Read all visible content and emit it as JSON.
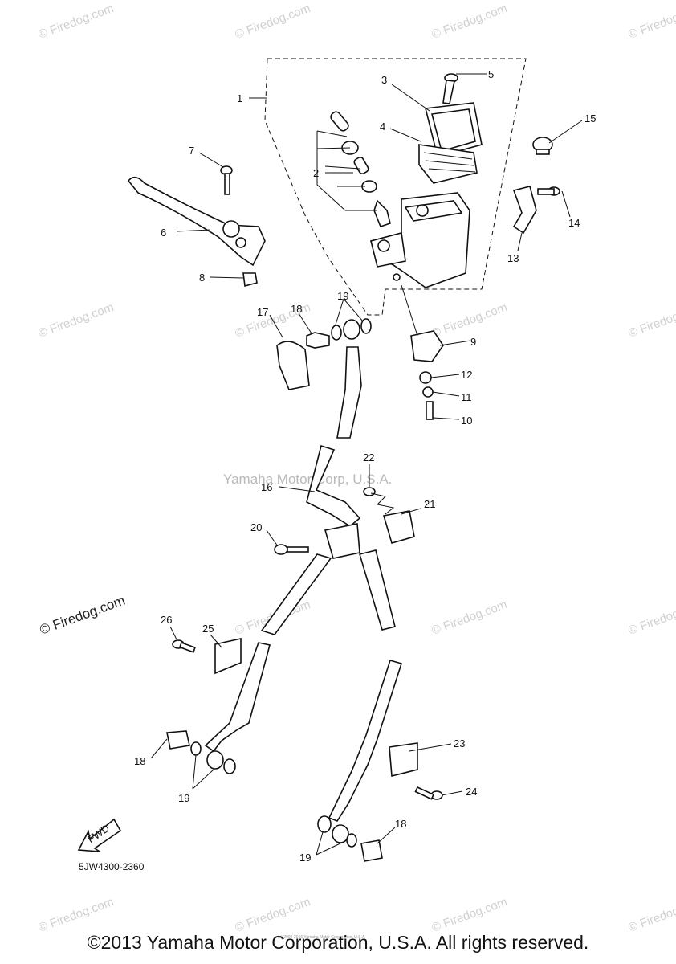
{
  "diagram": {
    "callouts": [
      {
        "id": "c1",
        "label": "1"
      },
      {
        "id": "c2",
        "label": "2"
      },
      {
        "id": "c3",
        "label": "3"
      },
      {
        "id": "c4",
        "label": "4"
      },
      {
        "id": "c5",
        "label": "5"
      },
      {
        "id": "c6",
        "label": "6"
      },
      {
        "id": "c7",
        "label": "7"
      },
      {
        "id": "c8",
        "label": "8"
      },
      {
        "id": "c9",
        "label": "9"
      },
      {
        "id": "c10",
        "label": "10"
      },
      {
        "id": "c11",
        "label": "11"
      },
      {
        "id": "c12",
        "label": "12"
      },
      {
        "id": "c13",
        "label": "13"
      },
      {
        "id": "c14",
        "label": "14"
      },
      {
        "id": "c15",
        "label": "15"
      },
      {
        "id": "c16",
        "label": "16"
      },
      {
        "id": "c17",
        "label": "17"
      },
      {
        "id": "c18a",
        "label": "18"
      },
      {
        "id": "c19a",
        "label": "19"
      },
      {
        "id": "c20",
        "label": "20"
      },
      {
        "id": "c21",
        "label": "21"
      },
      {
        "id": "c22",
        "label": "22"
      },
      {
        "id": "c23",
        "label": "23"
      },
      {
        "id": "c24",
        "label": "24"
      },
      {
        "id": "c25",
        "label": "25"
      },
      {
        "id": "c26",
        "label": "26"
      },
      {
        "id": "c18b",
        "label": "18"
      },
      {
        "id": "c19b",
        "label": "19"
      },
      {
        "id": "c18c",
        "label": "18"
      },
      {
        "id": "c19c",
        "label": "19"
      }
    ],
    "diagram_code": "5JW4300-2360",
    "fwd_label": "FWD",
    "center_watermark": "Yamaha Motor Corp, U.S.A.",
    "watermark_text": "© Firedog.com",
    "tiny_text": "(c) 2000-2016 Yamaha Motor Corporation, U.S.A."
  },
  "footer": {
    "copyright": "©2013 Yamaha Motor Corporation, U.S.A. All rights reserved."
  }
}
